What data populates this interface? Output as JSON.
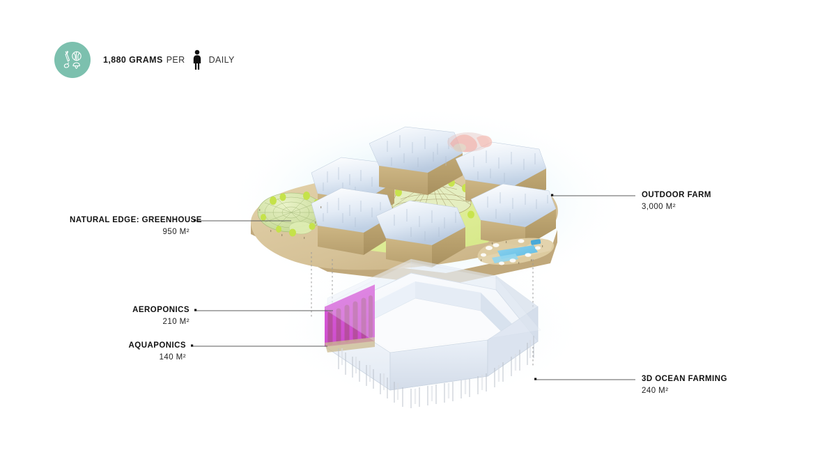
{
  "header": {
    "value": "1,880 GRAMS",
    "per": "PER",
    "unit": "DAILY",
    "badge_icon": "vegetables-icon",
    "person_icon": "person-icon",
    "badge_color": "#7cc0ae"
  },
  "callouts": [
    {
      "id": "natural-edge-greenhouse",
      "title": "NATURAL EDGE: GREENHOUSE",
      "area": "950 M²",
      "side": "left"
    },
    {
      "id": "aeroponics",
      "title": "AEROPONICS",
      "area": "210 M²",
      "side": "left"
    },
    {
      "id": "aquaponics",
      "title": "AQUAPONICS",
      "area": "140 M²",
      "side": "left"
    },
    {
      "id": "outdoor-farm",
      "title": "OUTDOOR FARM",
      "area": "3,000 M²",
      "side": "right"
    },
    {
      "id": "3d-ocean-farming",
      "title": "3D OCEAN FARMING",
      "area": "240 M²",
      "side": "right"
    }
  ],
  "colors": {
    "teal": "#7cc0ae",
    "sand": "#d8c49a",
    "sand_dark": "#bda477",
    "lawn": "#e2ef9e",
    "lawn_dark": "#cfe27f",
    "roof_light": "#f2f6fb",
    "roof_blue": "#c3d3e6",
    "dome_green": "#cfe0a2",
    "pool_blue": "#6cc4e8",
    "magenta": "#d24fd2",
    "leader": "#5b5b5b",
    "glow": "#cfeef5",
    "platform": "#f4f7fb",
    "platform_shade": "#dde5f0"
  },
  "scene": {
    "upper_structure": "floating island with six hexagonal pavilions, central canopy dome, greenhouse dome, beach and pools",
    "lower_structure": "submerged hexagonal ring platform with aeroponics and aquaponics bays and ocean farming lines"
  }
}
